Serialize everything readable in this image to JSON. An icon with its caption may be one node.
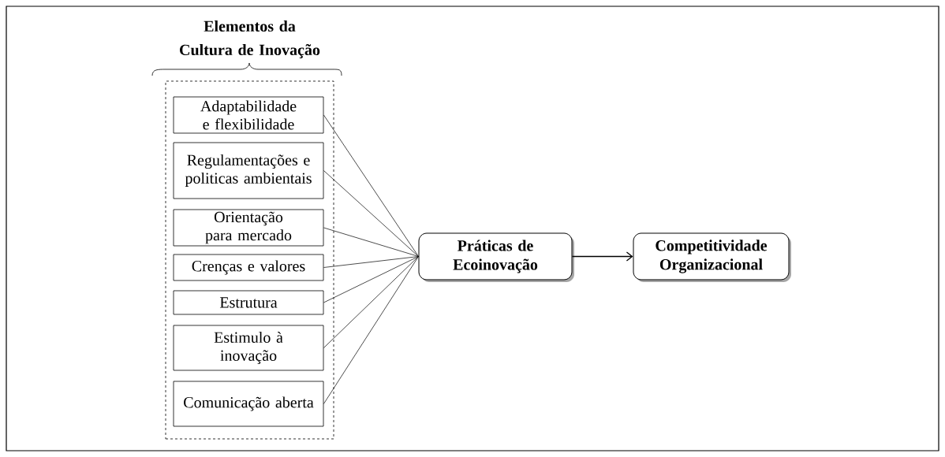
{
  "diagram": {
    "nodes": [
      {
        "text": [
          "Elementos da Cultura de Inovação"
        ]
      },
      {
        "text": [
          "Adaptabilidade e flexibilidade"
        ],
        "in": 0
      },
      {
        "text": [
          "Regulamentações e politicas ambientais"
        ],
        "in": 0
      },
      {
        "text": [
          "Orientação para mercado"
        ],
        "in": 0
      },
      {
        "text": [
          "Crenças e valores"
        ],
        "in": 0
      },
      {
        "text": [
          "Estrutura"
        ],
        "in": 0
      },
      {
        "text": [
          "Estimulo à inovação"
        ],
        "in": 0
      },
      {
        "text": [
          "Comunicação aberta"
        ],
        "in": 0
      },
      {
        "text": [
          "Práticas de Ecoinovação"
        ]
      },
      {
        "text": [
          "Competitividade Organizacional"
        ]
      }
    ],
    "edges": [
      {
        "from": 1,
        "to": 8,
        "arrow": "none"
      },
      {
        "from": 2,
        "to": 8,
        "arrow": "none"
      },
      {
        "from": 3,
        "to": 8,
        "arrow": "none"
      },
      {
        "from": 4,
        "to": 8,
        "arrow": "none"
      },
      {
        "from": 5,
        "to": 8,
        "arrow": "none"
      },
      {
        "from": 6,
        "to": 8,
        "arrow": "none"
      },
      {
        "from": 7,
        "to": 8,
        "arrow": "none"
      },
      {
        "from": 8,
        "to": 9,
        "arrow": "to"
      }
    ]
  }
}
